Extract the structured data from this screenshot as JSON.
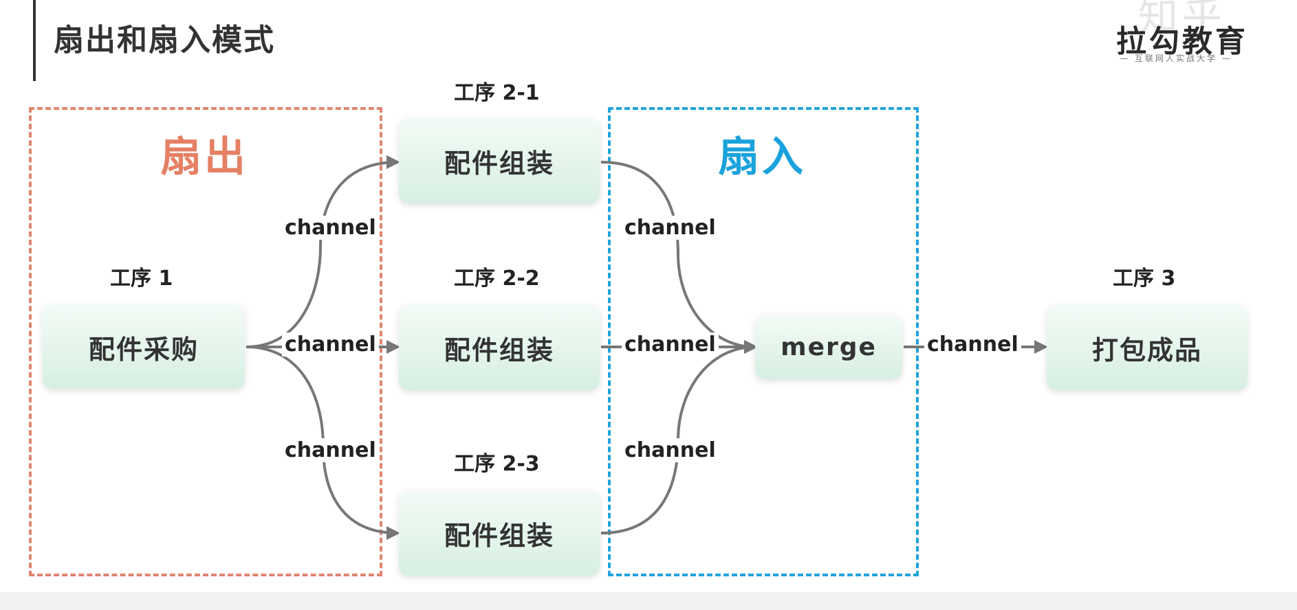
{
  "page": {
    "title": "扇出和扇入模式"
  },
  "logo": {
    "name": "拉勾教育",
    "tagline": "— 互联网人实战大学 —",
    "watermark": "知乎"
  },
  "groups": {
    "fanout": "扇出",
    "fanin": "扇入"
  },
  "steps": {
    "s1": {
      "label": "工序 1",
      "node": "配件采购"
    },
    "s21": {
      "label": "工序 2-1",
      "node": "配件组装"
    },
    "s22": {
      "label": "工序 2-2",
      "node": "配件组装"
    },
    "s23": {
      "label": "工序 2-3",
      "node": "配件组装"
    },
    "merge": {
      "node": "merge"
    },
    "s3": {
      "label": "工序 3",
      "node": "打包成品"
    }
  },
  "channels": {
    "c1": "channel",
    "c2": "channel",
    "c3": "channel",
    "c4": "channel",
    "c5": "channel",
    "c6": "channel",
    "c7": "channel"
  },
  "colors": {
    "fanout": "#e08570",
    "fanin": "#1ea4dc",
    "connector": "#777777",
    "node": "#d7efe3"
  }
}
